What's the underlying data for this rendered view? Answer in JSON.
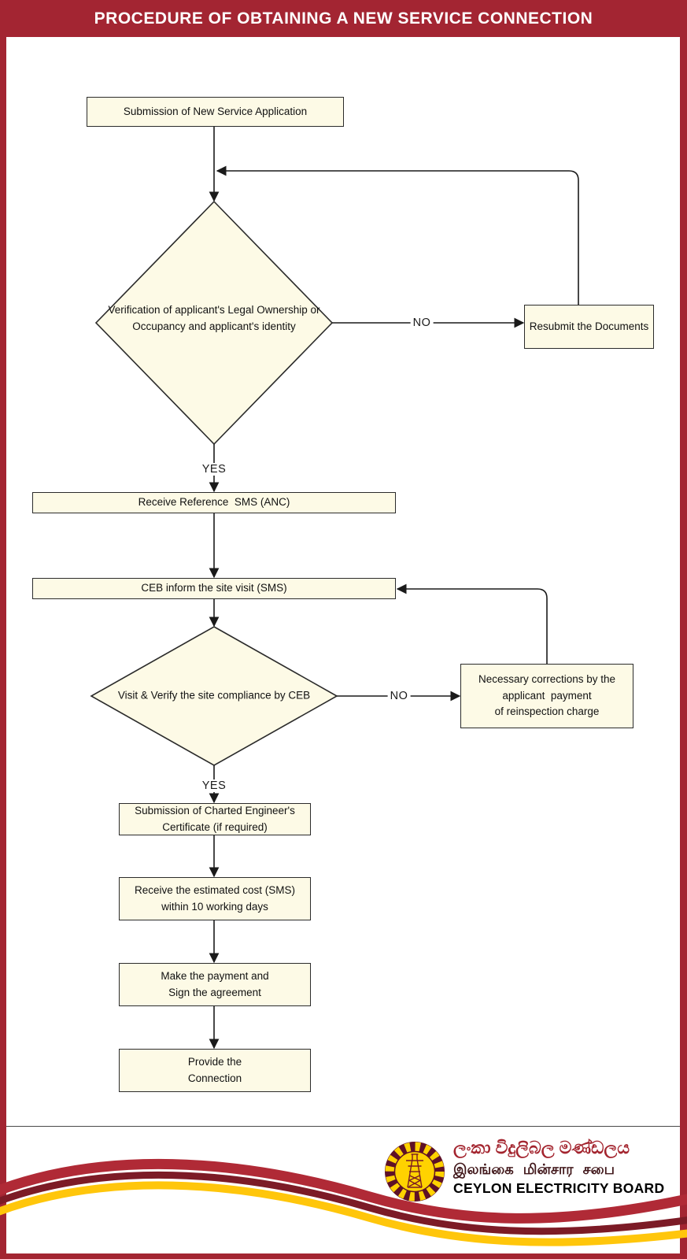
{
  "header": {
    "title": "PROCEDURE OF OBTAINING A NEW SERVICE CONNECTION"
  },
  "flow": {
    "nodes": {
      "submission": {
        "lines": [
          "Submission of New Service Application"
        ]
      },
      "verification": {
        "lines": [
          "Verification of applicant's Legal Ownership or",
          "Occupancy and applicant's identity"
        ]
      },
      "resubmit": {
        "lines": [
          "Resubmit the Documents"
        ]
      },
      "reference_sms": {
        "lines": [
          "Receive Reference  SMS (ANC)"
        ]
      },
      "site_visit_sms": {
        "lines": [
          "CEB inform the site visit (SMS)"
        ]
      },
      "site_compliance": {
        "lines": [
          "Visit & Verify the site compliance by CEB"
        ]
      },
      "corrections": {
        "lines": [
          "Necessary corrections by the",
          "applicant  payment",
          "of reinspection charge"
        ]
      },
      "engineer_certificate": {
        "lines": [
          "Submission of Charted Engineer's",
          "Certificate (if required)"
        ]
      },
      "estimated_cost": {
        "lines": [
          "Receive the estimated cost (SMS)",
          "within 10 working days"
        ]
      },
      "payment_agreement": {
        "lines": [
          "Make the payment and",
          "Sign the agreement"
        ]
      },
      "provide_connection": {
        "lines": [
          "Provide the",
          "Connection"
        ]
      }
    },
    "branch_labels": {
      "verification_no": "NO",
      "verification_yes": "YES",
      "compliance_no": "NO",
      "compliance_yes": "YES"
    }
  },
  "footer": {
    "logo_icon": "ceb-sunflower-emblem-icon",
    "name_sinhala": "ලංකා විදුලිබල මණ්ඩලය",
    "name_tamil": "இலங்கை மின்சார சபை",
    "name_english": "CEYLON ELECTRICITY BOARD"
  },
  "colors": {
    "frame_red": "#A32532",
    "node_fill": "#FDFAE6",
    "node_border": "#2b2b2b",
    "connector": "#1a1a1a",
    "wave_crimson": "#B02A36",
    "wave_maroon": "#7C1B26",
    "wave_gold": "#FFC60B",
    "logo_maroon": "#5E1127",
    "logo_yellow": "#FFD200"
  }
}
